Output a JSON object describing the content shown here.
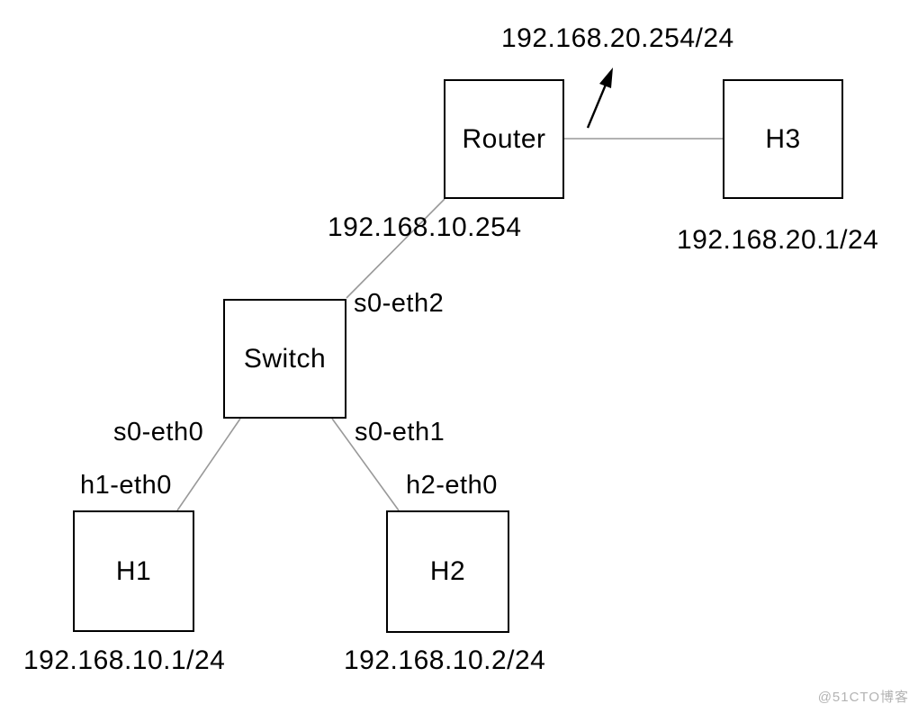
{
  "diagram": {
    "nodes": {
      "router": {
        "label": "Router"
      },
      "switch": {
        "label": "Switch"
      },
      "h1": {
        "label": "H1"
      },
      "h2": {
        "label": "H2"
      },
      "h3": {
        "label": "H3"
      }
    },
    "ip_labels": {
      "router_wan": "192.168.20.254/24",
      "router_lan": "192.168.10.254",
      "h3": "192.168.20.1/24",
      "h1": "192.168.10.1/24",
      "h2": "192.168.10.2/24"
    },
    "interface_labels": {
      "s0_eth0": "s0-eth0",
      "s0_eth1": "s0-eth1",
      "s0_eth2": "s0-eth2",
      "h1_eth0": "h1-eth0",
      "h2_eth0": "h2-eth0"
    },
    "colors": {
      "link": "#999999",
      "arrow": "#000000",
      "box_border": "#000000",
      "text": "#000000",
      "watermark": "#b3b3b3"
    },
    "watermark": "@51CTO博客"
  }
}
